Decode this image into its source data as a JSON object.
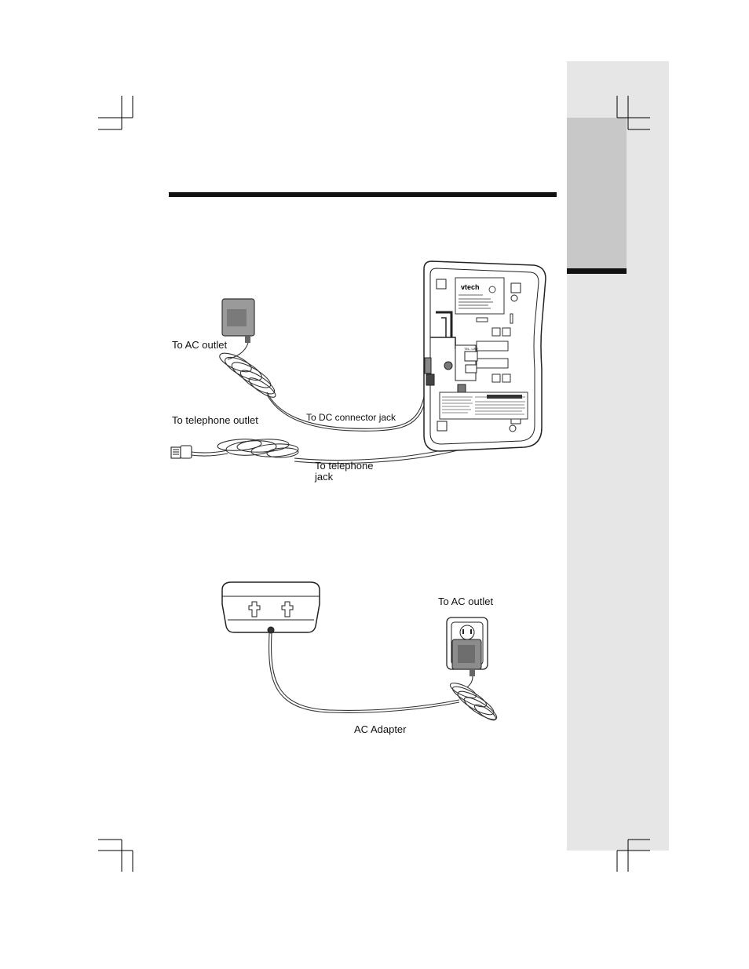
{
  "figure_top": {
    "label_ac_outlet": "To AC outlet",
    "label_telephone_outlet": "To telephone outlet",
    "label_dc_jack": "To DC connector jack",
    "label_telephone_jack_line1": "To telephone",
    "label_telephone_jack_line2": "jack",
    "brand_logo": "vtech",
    "jack_label": "TEL. LINE"
  },
  "figure_bottom": {
    "label_ac_outlet": "To AC outlet",
    "label_ac_adapter": "AC Adapter"
  },
  "colors": {
    "side_tab_light": "#e6e6e6",
    "side_tab_dark": "#c8c8c8",
    "rule": "#111111"
  }
}
